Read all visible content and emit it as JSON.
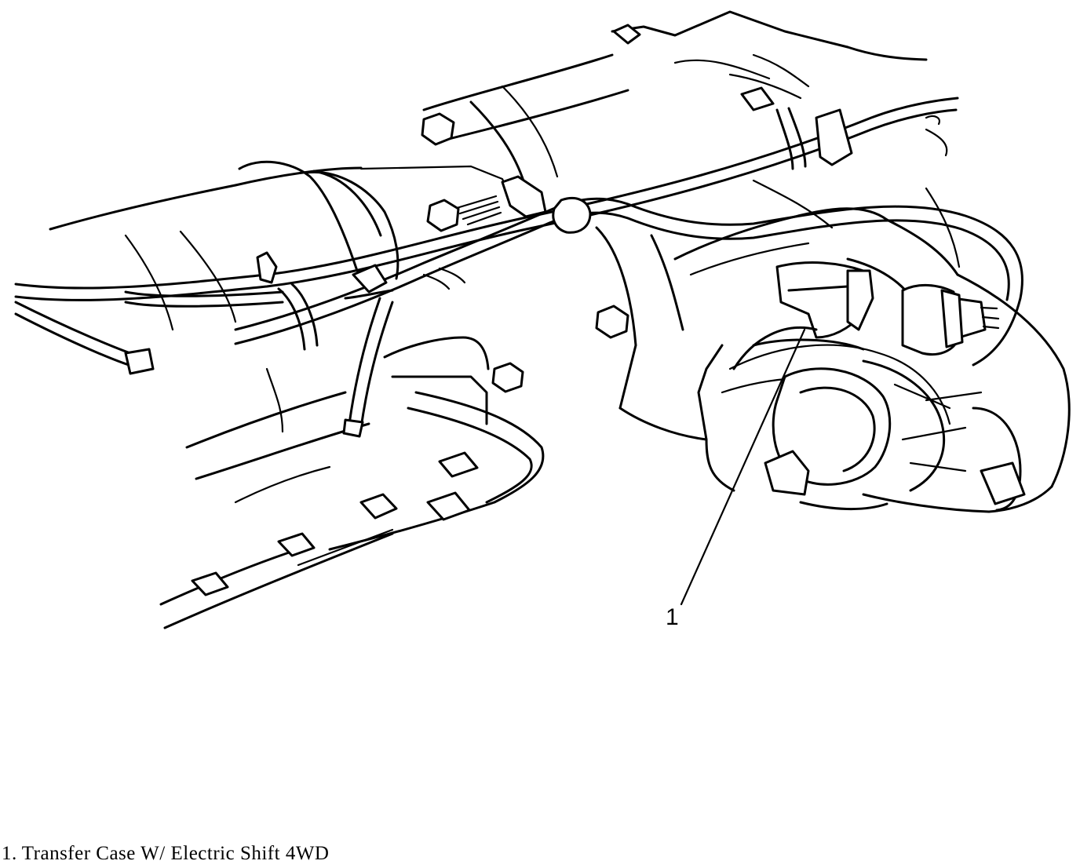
{
  "callouts": [
    {
      "number": "1"
    }
  ],
  "legend": [
    {
      "number": "1.",
      "text": "Transfer Case W/ Electric Shift 4WD"
    }
  ]
}
